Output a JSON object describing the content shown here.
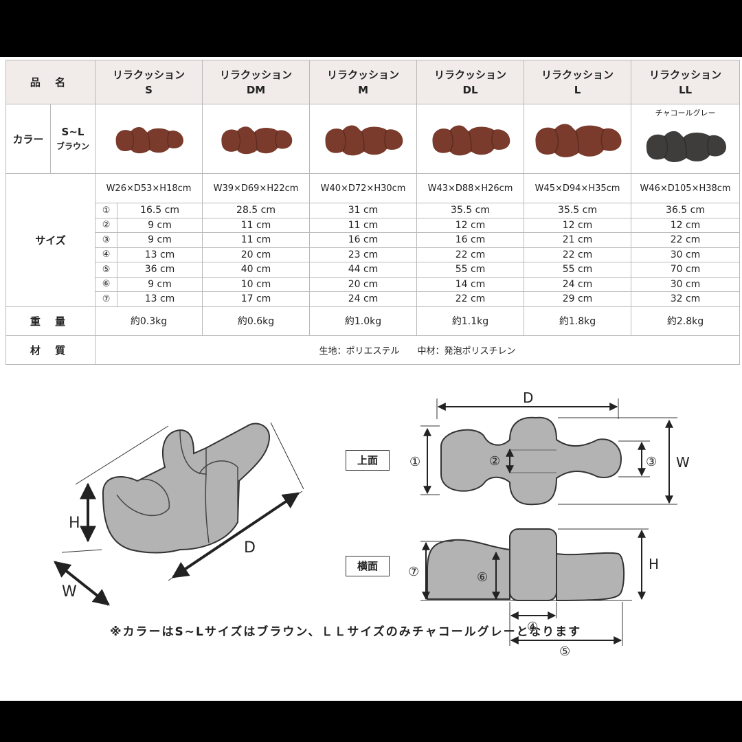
{
  "table": {
    "product_label": "品 名",
    "color_label": "カラー",
    "color_range": "S~L",
    "color_brown": "ブラウン",
    "size_label": "サイズ",
    "weight_label": "重 量",
    "material_label": "材 質",
    "material_value": "生地：ポリエステル　　中材：発泡ポリスチレン",
    "products": [
      {
        "name": "リラクッション",
        "size": "S",
        "dims": "W26×D53×H18cm",
        "weight": "約0.3kg",
        "color": "#7a3b2c"
      },
      {
        "name": "リラクッション",
        "size": "DM",
        "dims": "W39×D69×H22cm",
        "weight": "約0.6kg",
        "color": "#7a3b2c"
      },
      {
        "name": "リラクッション",
        "size": "M",
        "dims": "W40×D72×H30cm",
        "weight": "約1.0kg",
        "color": "#7a3b2c"
      },
      {
        "name": "リラクッション",
        "size": "DL",
        "dims": "W43×D88×H26cm",
        "weight": "約1.1kg",
        "color": "#7a3b2c"
      },
      {
        "name": "リラクッション",
        "size": "L",
        "dims": "W45×D94×H35cm",
        "weight": "約1.8kg",
        "color": "#7a3b2c"
      },
      {
        "name": "リラクッション",
        "size": "LL",
        "dims": "W46×D105×H38cm",
        "weight": "約2.8kg",
        "color": "#3e3d3b",
        "color_name": "チャコールグレー"
      }
    ],
    "measure_markers": [
      "①",
      "②",
      "③",
      "④",
      "⑤",
      "⑥",
      "⑦"
    ],
    "measures": [
      [
        "16.5 cm",
        "28.5 cm",
        "31 cm",
        "35.5 cm",
        "35.5 cm",
        "36.5 cm"
      ],
      [
        "9 cm",
        "11 cm",
        "11 cm",
        "12 cm",
        "12 cm",
        "12 cm"
      ],
      [
        "9 cm",
        "11 cm",
        "16 cm",
        "16 cm",
        "21 cm",
        "22 cm"
      ],
      [
        "13 cm",
        "20 cm",
        "23 cm",
        "22 cm",
        "22 cm",
        "30 cm"
      ],
      [
        "36 cm",
        "40 cm",
        "44 cm",
        "55 cm",
        "55 cm",
        "70 cm"
      ],
      [
        "9 cm",
        "10 cm",
        "20 cm",
        "14 cm",
        "24 cm",
        "30 cm"
      ],
      [
        "13 cm",
        "17 cm",
        "24 cm",
        "22 cm",
        "29 cm",
        "32 cm"
      ]
    ]
  },
  "diagram": {
    "iso": {
      "h": "H",
      "d": "D",
      "w": "W"
    },
    "top_view_label": "上面",
    "side_view_label": "横面",
    "top": {
      "d": "D",
      "w": "W",
      "m1": "①",
      "m2": "②",
      "m3": "③"
    },
    "side": {
      "h": "H",
      "m4": "④",
      "m5": "⑤",
      "m6": "⑥",
      "m7": "⑦"
    }
  },
  "note": "※カラーはS~Lサイズはブラウン、ＬＬサイズのみチャコールグレーとなります"
}
